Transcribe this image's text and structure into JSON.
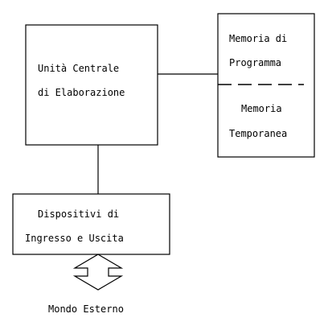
{
  "diagram": {
    "cpu_box": {
      "line1": "Unità Centrale",
      "line2": "di Elaborazione"
    },
    "memory_box": {
      "program": {
        "line1": "Memoria di",
        "line2": "Programma"
      },
      "temporary": {
        "line1": "Memoria",
        "line2": "Temporanea"
      }
    },
    "io_box": {
      "line1": "Dispositivi di",
      "line2": "Ingresso e Uscita"
    },
    "external_label": "Mondo Esterno"
  }
}
